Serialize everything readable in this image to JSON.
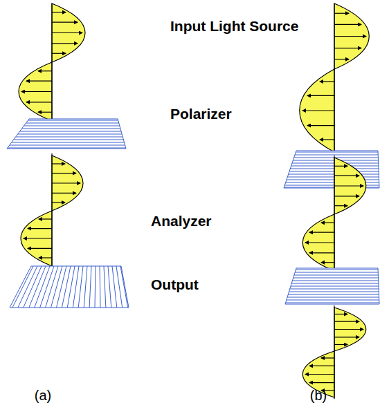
{
  "diagram": {
    "labels": [
      "Input Light Source",
      "Polarizer",
      "Analyzer",
      "Output",
      "(a)",
      "(b)"
    ]
  }
}
